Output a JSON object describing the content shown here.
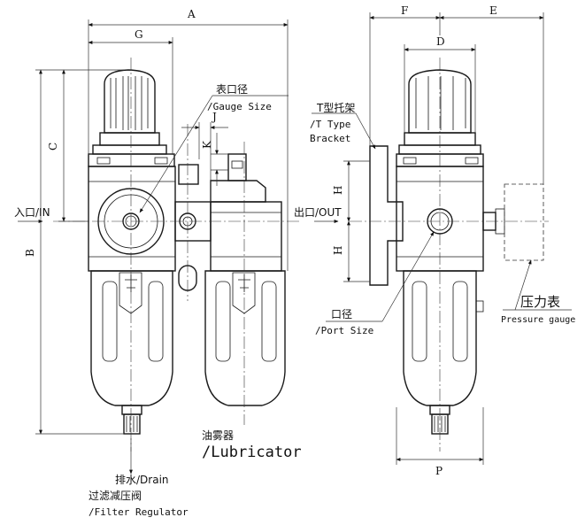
{
  "dimensions": {
    "A": "A",
    "G": "G",
    "C": "C",
    "B": "B",
    "J": "J",
    "K": "K",
    "F": "F",
    "E": "E",
    "D": "D",
    "H_top": "H",
    "H_bottom": "H",
    "P": "P"
  },
  "labels": {
    "gauge_size_cn": "表口径",
    "gauge_size_en": "/Gauge Size",
    "inlet": "入口/IN",
    "outlet": "出口/OUT",
    "t_bracket_cn": "T型托架",
    "t_bracket_en1": "/T Type",
    "t_bracket_en2": "Bracket",
    "port_size_cn": "口径",
    "port_size_en": "/Port Size",
    "pressure_gauge_cn": "压力表",
    "pressure_gauge_en": "Pressure gauge",
    "lubricator_cn": "油雾器",
    "lubricator_en": "/Lubricator",
    "drain": "排水/Drain",
    "filter_regulator_cn": "过滤减压阀",
    "filter_regulator_en": "/Filter Regulator"
  },
  "colors": {
    "line": "#1a1a1a",
    "background": "#ffffff"
  }
}
